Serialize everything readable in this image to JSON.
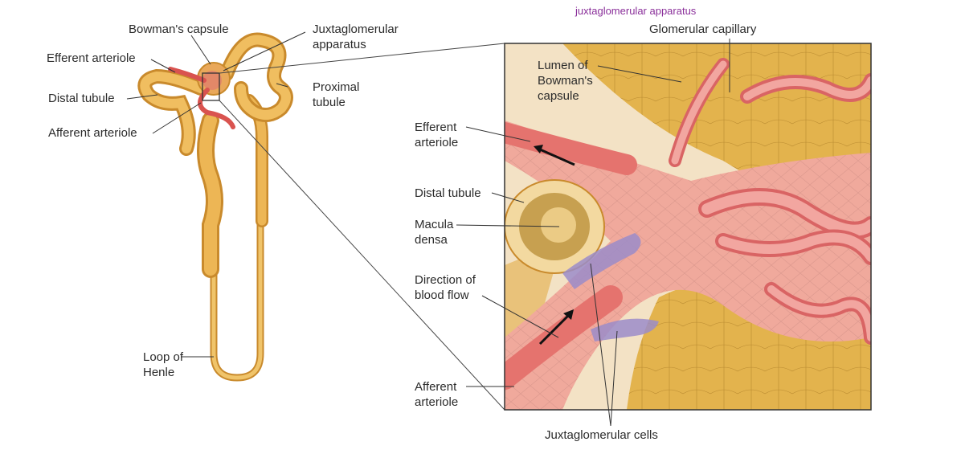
{
  "title": "juxtaglomerular apparatus",
  "colors": {
    "tubule": "#E9B24E",
    "tubule_dark": "#C98A2C",
    "blood": "#E56B6B",
    "tissue": "#F3B2A6",
    "juxta_cells": "#9B8CC9",
    "leader": "#333333"
  },
  "nephron_labels": {
    "bowmans_capsule": "Bowman's capsule",
    "juxtaglomerular_apparatus": "Juxtaglomerular\napparatus",
    "efferent_arteriole": "Efferent arteriole",
    "distal_tubule": "Distal tubule",
    "proximal_tubule": "Proximal\ntubule",
    "afferent_arteriole": "Afferent arteriole",
    "loop_of_henle": "Loop of\nHenle"
  },
  "detail_labels": {
    "glomerular_capillary": "Glomerular capillary",
    "lumen_bowmans": "Lumen of\nBowman's\ncapsule",
    "efferent_arteriole": "Efferent\narteriole",
    "distal_tubule": "Distal tubule",
    "macula_densa": "Macula\ndensa",
    "blood_flow": "Direction of\nblood flow",
    "afferent_arteriole": "Afferent\narteriole",
    "juxtaglomerular_cells": "Juxtaglomerular cells"
  }
}
